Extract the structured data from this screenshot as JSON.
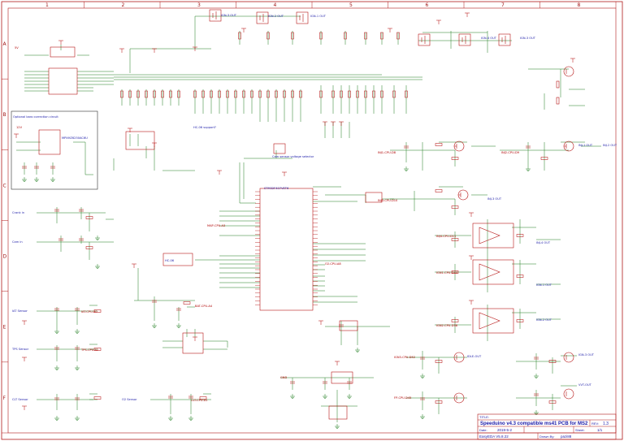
{
  "colors": {
    "frame": "#b01818",
    "wire": "#1f7d1f",
    "component": "#b00000",
    "label": "#1a1aa8",
    "title_block_text": "#1a1aa8"
  },
  "ruler": {
    "columns": [
      "1",
      "2",
      "3",
      "4",
      "5",
      "6",
      "7",
      "8"
    ],
    "rows": [
      "A",
      "B",
      "C",
      "D",
      "E",
      "F"
    ]
  },
  "title_block": {
    "title_label": "TITLE:",
    "title": "Speeduino v4.3 compatible ms41 PCB for MS2",
    "rev_label": "REV:",
    "rev": "1.3",
    "date_label": "Date:",
    "date": "2019-5-2",
    "sheet_label": "Sheet:",
    "sheet": "1/1",
    "software": "EasyEDA V5.8.22",
    "drawn_by_label": "Drawn By:",
    "drawn_by": "pazi88"
  },
  "frame_labels": {
    "baro_box_title": "Optional baro correction circuit",
    "baro_chip": "MPXHZ6250AC6U",
    "mcu_name": "STM32F407VET6",
    "module_name": "HC-06",
    "voltage_selector": "Cam sensor voltage selector",
    "wifi_note": "HC-06 support?"
  },
  "port_labels": {
    "top_outs": [
      "IGN-3 OUT",
      "IGN-2 OUT",
      "IGN-1 OUT",
      "IGN-4 OUT",
      "IGN-3 OUT"
    ],
    "right_outs": [
      "INJ-1 OUT",
      "INJ-2 OUT",
      "INJ-3 OUT",
      "INJ-4 OUT",
      "IGN-1 OUT",
      "IGN-2 OUT",
      "IGN-3 OUT",
      "VVT-OUT",
      "IDLE-OUT"
    ],
    "left_inputs": [
      "Crank in",
      "Cam in",
      "IAT Sensor",
      "TPS Sensor",
      "CLT Sensor",
      "O2 Sensor"
    ],
    "cpu_pins": [
      "INJ1-CPU-D8",
      "INJ2-CPU-D9",
      "INJ3-CPU-D10",
      "INJ4-CPU-D11",
      "IGN1-CPU-D40",
      "IGN2-CPU-D38",
      "IGN3-CPU-D52",
      "FP-CPU-D45",
      "CLT-CPU-A1",
      "TPS-CPU-A2",
      "IAT-CPU-A0",
      "MAP-CPU-A3",
      "O2-CPU-A8",
      "BAT-CPU-A4",
      "5V",
      "12V",
      "GND"
    ]
  }
}
